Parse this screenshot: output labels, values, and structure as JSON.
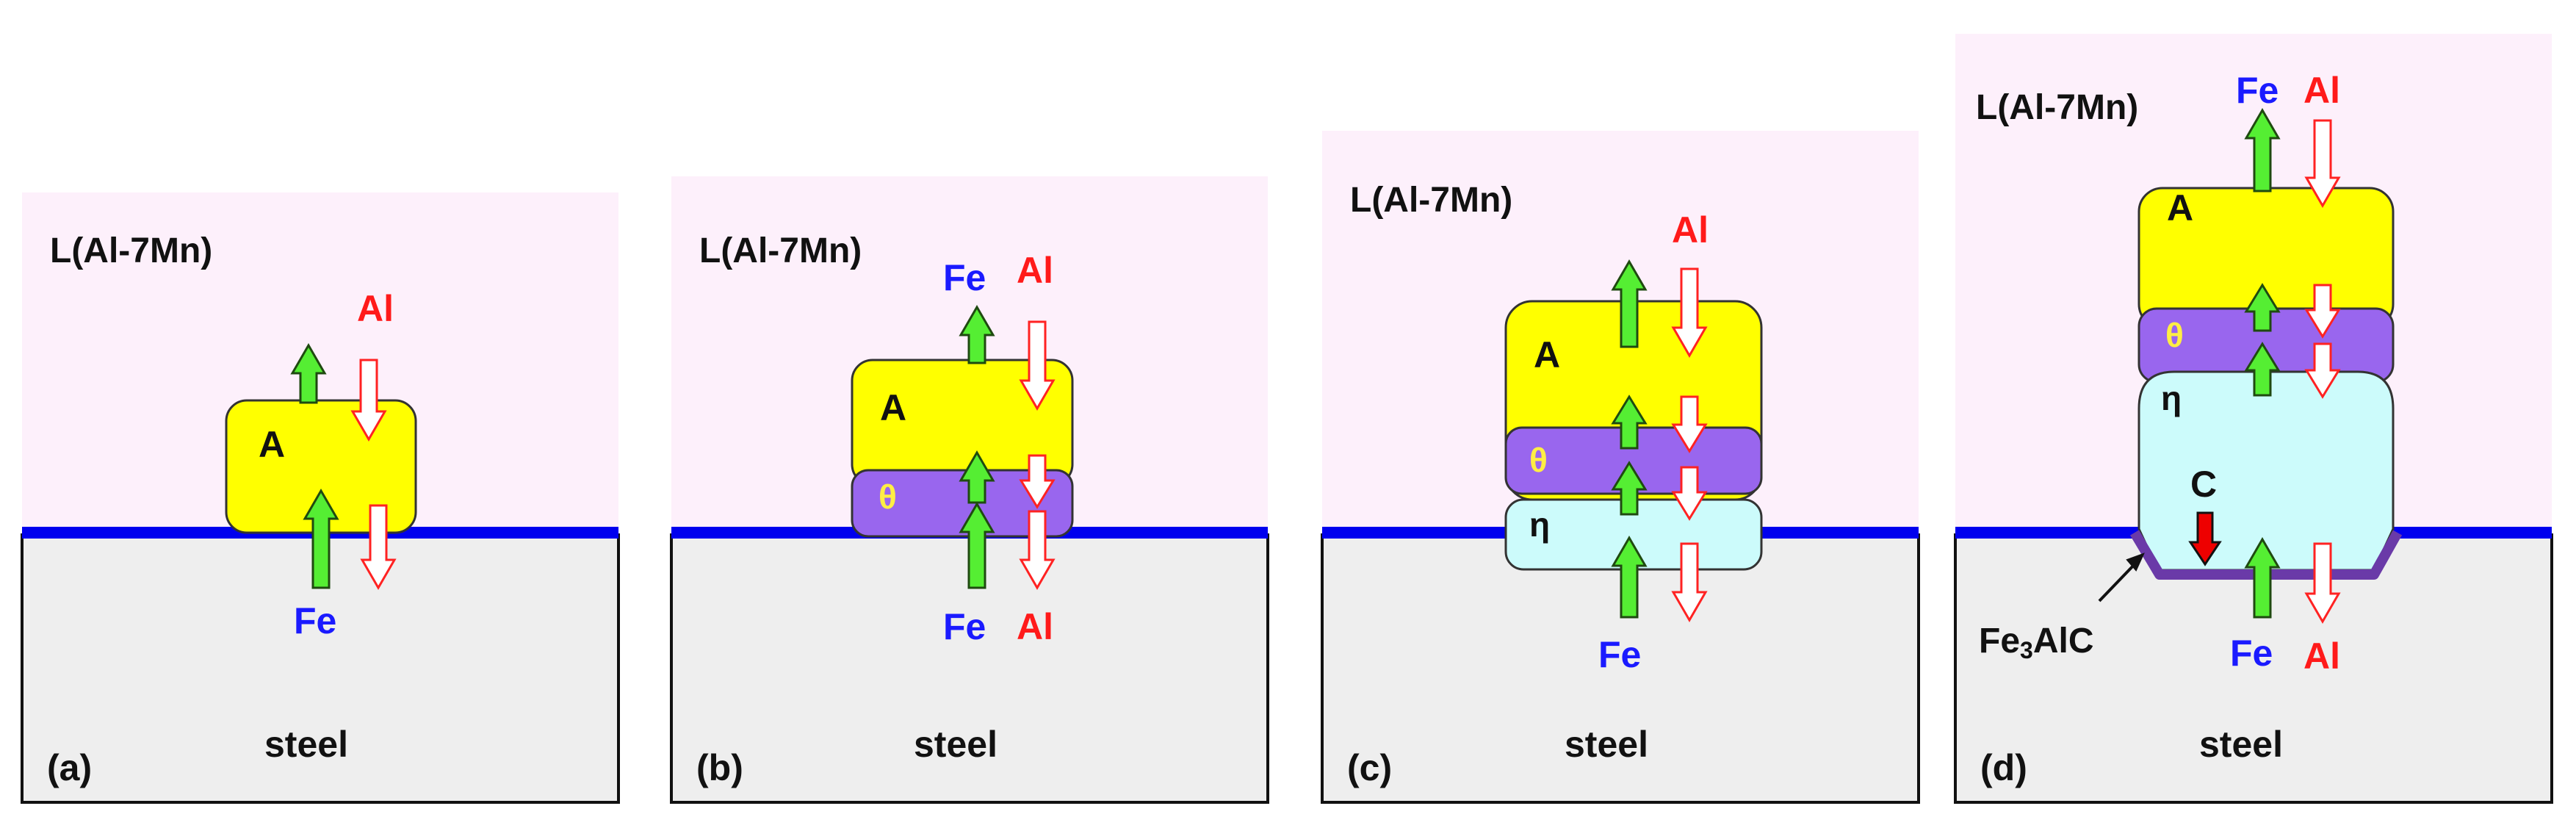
{
  "colors": {
    "liquid": "#fdf0fb",
    "steel": "#eeeeee",
    "interface": "#0000ee",
    "phase_A": "#ffff00",
    "phase_theta": "#9966ee",
    "phase_eta": "#ccfbfb",
    "fe3alc_layer": "#6a3aa8",
    "fe_arrow": "#55ee33",
    "al_arrow_outline": "#ff2222",
    "c_arrow": "#ee0000",
    "fe_text": "#1a1aff",
    "al_text": "#ff1a1a",
    "theta_text": "#ffee44"
  },
  "panels": [
    {
      "id": "a",
      "label": "(a)",
      "liquid_label": "L(Al-7Mn)",
      "steel_label": "steel",
      "phases": {
        "A": "A"
      },
      "flux_labels": {
        "al_top": "Al",
        "fe_bottom": "Fe"
      }
    },
    {
      "id": "b",
      "label": "(b)",
      "liquid_label": "L(Al-7Mn)",
      "steel_label": "steel",
      "phases": {
        "A": "A",
        "theta": "θ"
      },
      "flux_labels": {
        "fe_top": "Fe",
        "al_top": "Al",
        "fe_bottom": "Fe",
        "al_bottom": "Al"
      }
    },
    {
      "id": "c",
      "label": "(c)",
      "liquid_label": "L(Al-7Mn)",
      "steel_label": "steel",
      "phases": {
        "A": "A",
        "theta": "θ",
        "eta": "η"
      },
      "flux_labels": {
        "al_top": "Al",
        "fe_bottom": "Fe"
      }
    },
    {
      "id": "d",
      "label": "(d)",
      "liquid_label": "L(Al-7Mn)",
      "steel_label": "steel",
      "phases": {
        "A": "A",
        "theta": "θ",
        "eta": "η"
      },
      "carbon_label": "C",
      "fe3alc_label_main": "Fe",
      "fe3alc_label_sub": "3",
      "fe3alc_label_tail": "AlC",
      "flux_labels": {
        "fe_top": "Fe",
        "al_top": "Al",
        "fe_bottom": "Fe",
        "al_bottom": "Al"
      }
    }
  ]
}
